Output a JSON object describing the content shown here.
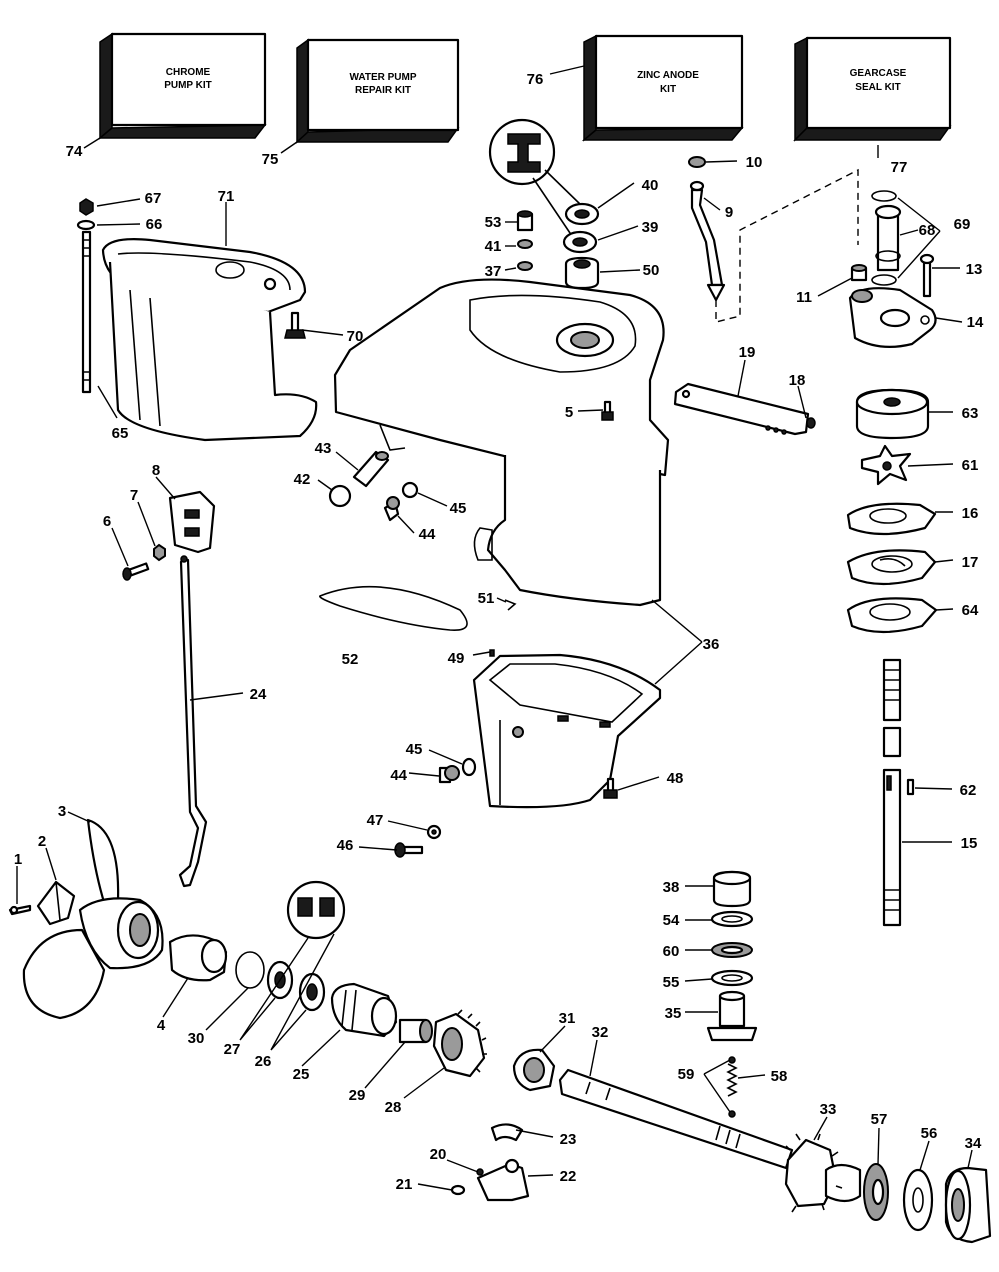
{
  "kits": [
    {
      "id": "74",
      "lines": [
        "CHROME",
        "PUMP KIT"
      ]
    },
    {
      "id": "75",
      "lines": [
        "WATER PUMP",
        "REPAIR KIT"
      ]
    },
    {
      "id": "76",
      "lines": [
        "ZINC ANODE",
        "KIT"
      ]
    },
    {
      "id": "77",
      "lines": [
        "GEARCASE",
        "SEAL KIT"
      ]
    }
  ],
  "callouts": [
    "1",
    "2",
    "3",
    "4",
    "5",
    "6",
    "7",
    "8",
    "9",
    "10",
    "11",
    "13",
    "14",
    "15",
    "16",
    "17",
    "18",
    "19",
    "20",
    "21",
    "22",
    "23",
    "24",
    "25",
    "26",
    "27",
    "28",
    "29",
    "30",
    "31",
    "32",
    "33",
    "34",
    "35",
    "36",
    "37",
    "38",
    "39",
    "40",
    "41",
    "42",
    "43",
    "44",
    "45",
    "46",
    "47",
    "48",
    "49",
    "50",
    "51",
    "52",
    "53",
    "54",
    "55",
    "56",
    "57",
    "58",
    "59",
    "60",
    "61",
    "62",
    "63",
    "64",
    "65",
    "66",
    "67",
    "68",
    "69",
    "70",
    "71",
    "74",
    "75",
    "76",
    "77"
  ]
}
